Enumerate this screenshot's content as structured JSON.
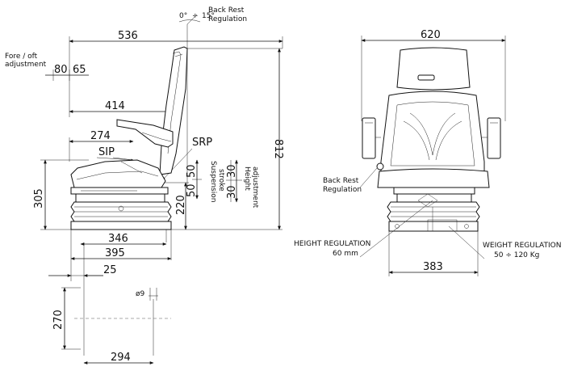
{
  "side_view": {
    "back_rest_regulation": [
      "Back Rest",
      "Regulation"
    ],
    "angle_min": "0°",
    "angle_sep": "÷",
    "angle_max": "15°",
    "fore_aft_label": [
      "Fore / oft",
      "adjustment"
    ],
    "fore_aft_a": "80",
    "fore_aft_b": "65",
    "dim_536": "536",
    "dim_414": "414",
    "dim_274": "274",
    "sip": "SIP",
    "srp": "SRP",
    "dim_812": "812",
    "dim_305": "305",
    "susp_50_top": "50",
    "susp_50_bot": "50",
    "suspension_label": [
      "Suspension",
      "stroke"
    ],
    "dim_220": "220",
    "height_30_top": "30",
    "height_30_bot": "30",
    "height_label": [
      "Height",
      "adjustment"
    ],
    "dim_346": "346",
    "dim_395": "395",
    "dim_25": "25"
  },
  "base_view": {
    "hole": "ø9",
    "dim_270": "270",
    "dim_294": "294"
  },
  "front_view": {
    "dim_620": "620",
    "back_rest_regulation": [
      "Back Rest",
      "Regulation"
    ],
    "height_regulation": [
      "HEIGHT REGULATION",
      "60 mm"
    ],
    "weight_regulation": [
      "WEIGHT REGULATION",
      "50 ÷ 120 Kg"
    ],
    "dim_383": "383"
  }
}
